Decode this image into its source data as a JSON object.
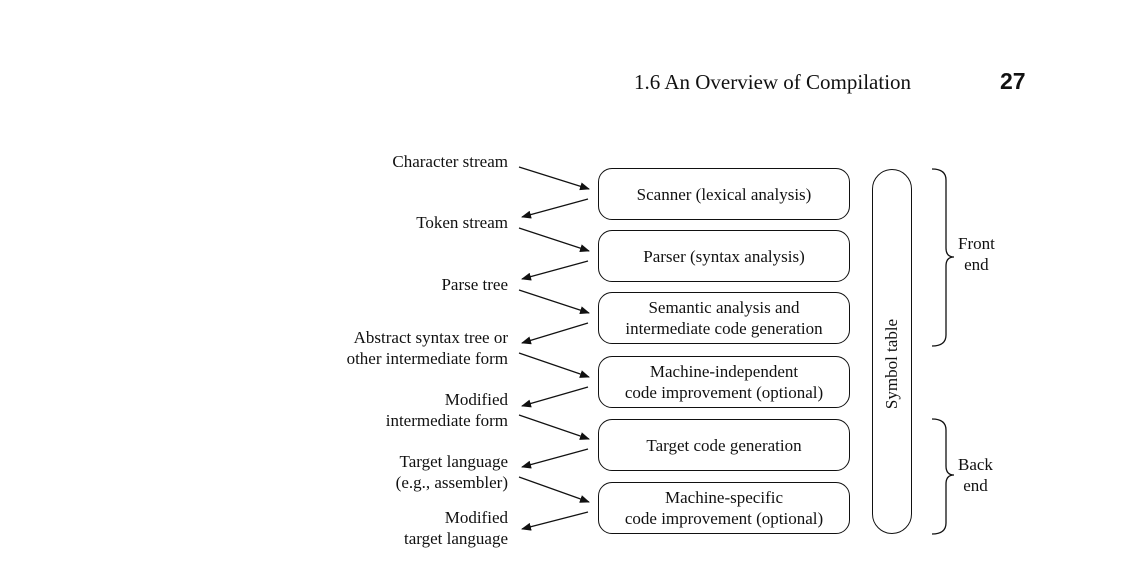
{
  "header": {
    "title": "1.6  An Overview of Compilation",
    "page_number": "27"
  },
  "phases": [
    {
      "line1": "Scanner (lexical analysis)",
      "line2": ""
    },
    {
      "line1": "Parser (syntax analysis)",
      "line2": ""
    },
    {
      "line1": "Semantic analysis and",
      "line2": "intermediate code generation"
    },
    {
      "line1": "Machine-independent",
      "line2": "code improvement (optional)"
    },
    {
      "line1": "Target code generation",
      "line2": ""
    },
    {
      "line1": "Machine-specific",
      "line2": "code improvement (optional)"
    }
  ],
  "streams": [
    {
      "line1": "Character stream",
      "line2": ""
    },
    {
      "line1": "Token stream",
      "line2": ""
    },
    {
      "line1": "Parse tree",
      "line2": ""
    },
    {
      "line1": "Abstract syntax tree or",
      "line2": "other intermediate form"
    },
    {
      "line1": "Modified",
      "line2": "intermediate form"
    },
    {
      "line1": "Target language",
      "line2": "(e.g., assembler)"
    },
    {
      "line1": "Modified",
      "line2": "target language"
    }
  ],
  "symbol_table": "Symbol table",
  "sections": {
    "front": {
      "line1": "Front",
      "line2": "end"
    },
    "back": {
      "line1": "Back",
      "line2": "end"
    }
  }
}
